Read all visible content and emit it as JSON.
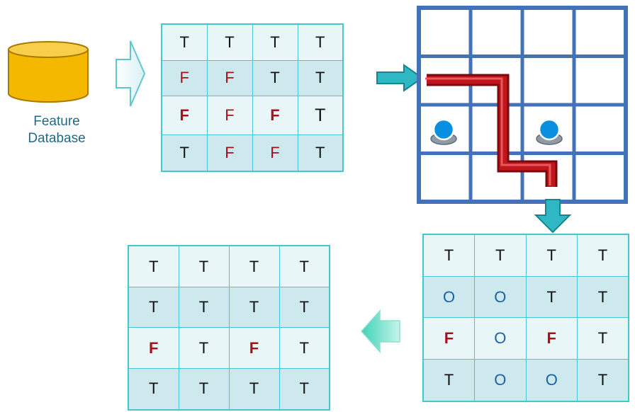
{
  "database": {
    "label_line1": "Feature",
    "label_line2": "Database",
    "icon": "database-icon"
  },
  "colors": {
    "grid_border": "#46c6d2",
    "row_light": "#e9f6f8",
    "row_dark": "#cde9ee",
    "false_red": "#a8111a",
    "o_blue": "#1b62a9",
    "map_blue": "#4472b8",
    "path_red": "#c0161c",
    "arrow_teal": "#2fb8c3",
    "db_gold": "#f4b400"
  },
  "tables": {
    "t1": {
      "rows": [
        [
          "T",
          "T",
          "T",
          "T"
        ],
        [
          "F",
          "F",
          "T",
          "T"
        ],
        [
          "F",
          "F",
          "F",
          "T"
        ],
        [
          "T",
          "F",
          "F",
          "T"
        ]
      ],
      "bold": [
        [
          0,
          0,
          0,
          0
        ],
        [
          0,
          0,
          0,
          0
        ],
        [
          1,
          0,
          1,
          0
        ],
        [
          0,
          0,
          0,
          0
        ]
      ]
    },
    "t2": {
      "rows": [
        [
          "T",
          "T",
          "T",
          "T"
        ],
        [
          "O",
          "O",
          "T",
          "T"
        ],
        [
          "F",
          "O",
          "F",
          "T"
        ],
        [
          "T",
          "O",
          "O",
          "T"
        ]
      ],
      "bold": [
        [
          0,
          0,
          0,
          0
        ],
        [
          0,
          0,
          0,
          0
        ],
        [
          1,
          0,
          1,
          0
        ],
        [
          0,
          0,
          0,
          0
        ]
      ]
    },
    "t3": {
      "rows": [
        [
          "T",
          "T",
          "T",
          "T"
        ],
        [
          "T",
          "T",
          "T",
          "T"
        ],
        [
          "F",
          "T",
          "F",
          "T"
        ],
        [
          "T",
          "T",
          "T",
          "T"
        ]
      ],
      "bold": [
        [
          0,
          0,
          0,
          0
        ],
        [
          0,
          0,
          0,
          0
        ],
        [
          1,
          0,
          1,
          0
        ],
        [
          0,
          0,
          0,
          0
        ]
      ]
    }
  },
  "map": {
    "rows": 4,
    "cols": 4,
    "obstacle_icon": "obstacle-icon",
    "path_name": "planned-path"
  }
}
